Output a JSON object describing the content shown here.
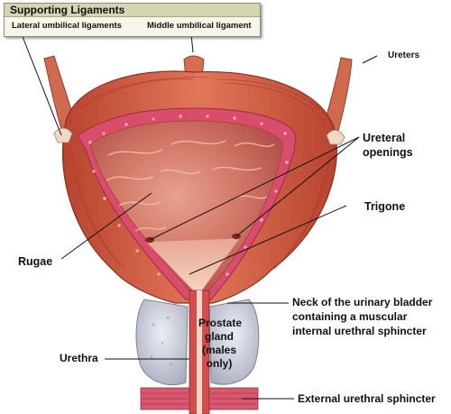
{
  "legend_box": {
    "title": "Supporting Ligaments",
    "left_item": "Lateral umbilical ligaments",
    "right_item": "Middle umbilical ligament"
  },
  "labels": {
    "ureters": "Ureters",
    "ureteral_openings_1": "Ureteral",
    "ureteral_openings_2": "openings",
    "trigone": "Trigone",
    "rugae": "Rugae",
    "neck_1": "Neck of the urinary bladder",
    "neck_2": "containing a muscular",
    "neck_3": "internal urethral sphincter",
    "prostate_1": "Prostate",
    "prostate_2": "gland",
    "prostate_3": "(males",
    "prostate_4": "only)",
    "urethra": "Urethra",
    "external_sphincter": "External urethral sphincter"
  },
  "colors": {
    "muscle": "#c9503a",
    "muscle_dark": "#9c2f22",
    "muscle_light": "#e98767",
    "mucosa": "#c86b5e",
    "mucosa_light": "#f0b8a6",
    "wall_band": "#d94c6b",
    "prostate": "#b9bccb",
    "prostate_light": "#e7e8ef"
  }
}
